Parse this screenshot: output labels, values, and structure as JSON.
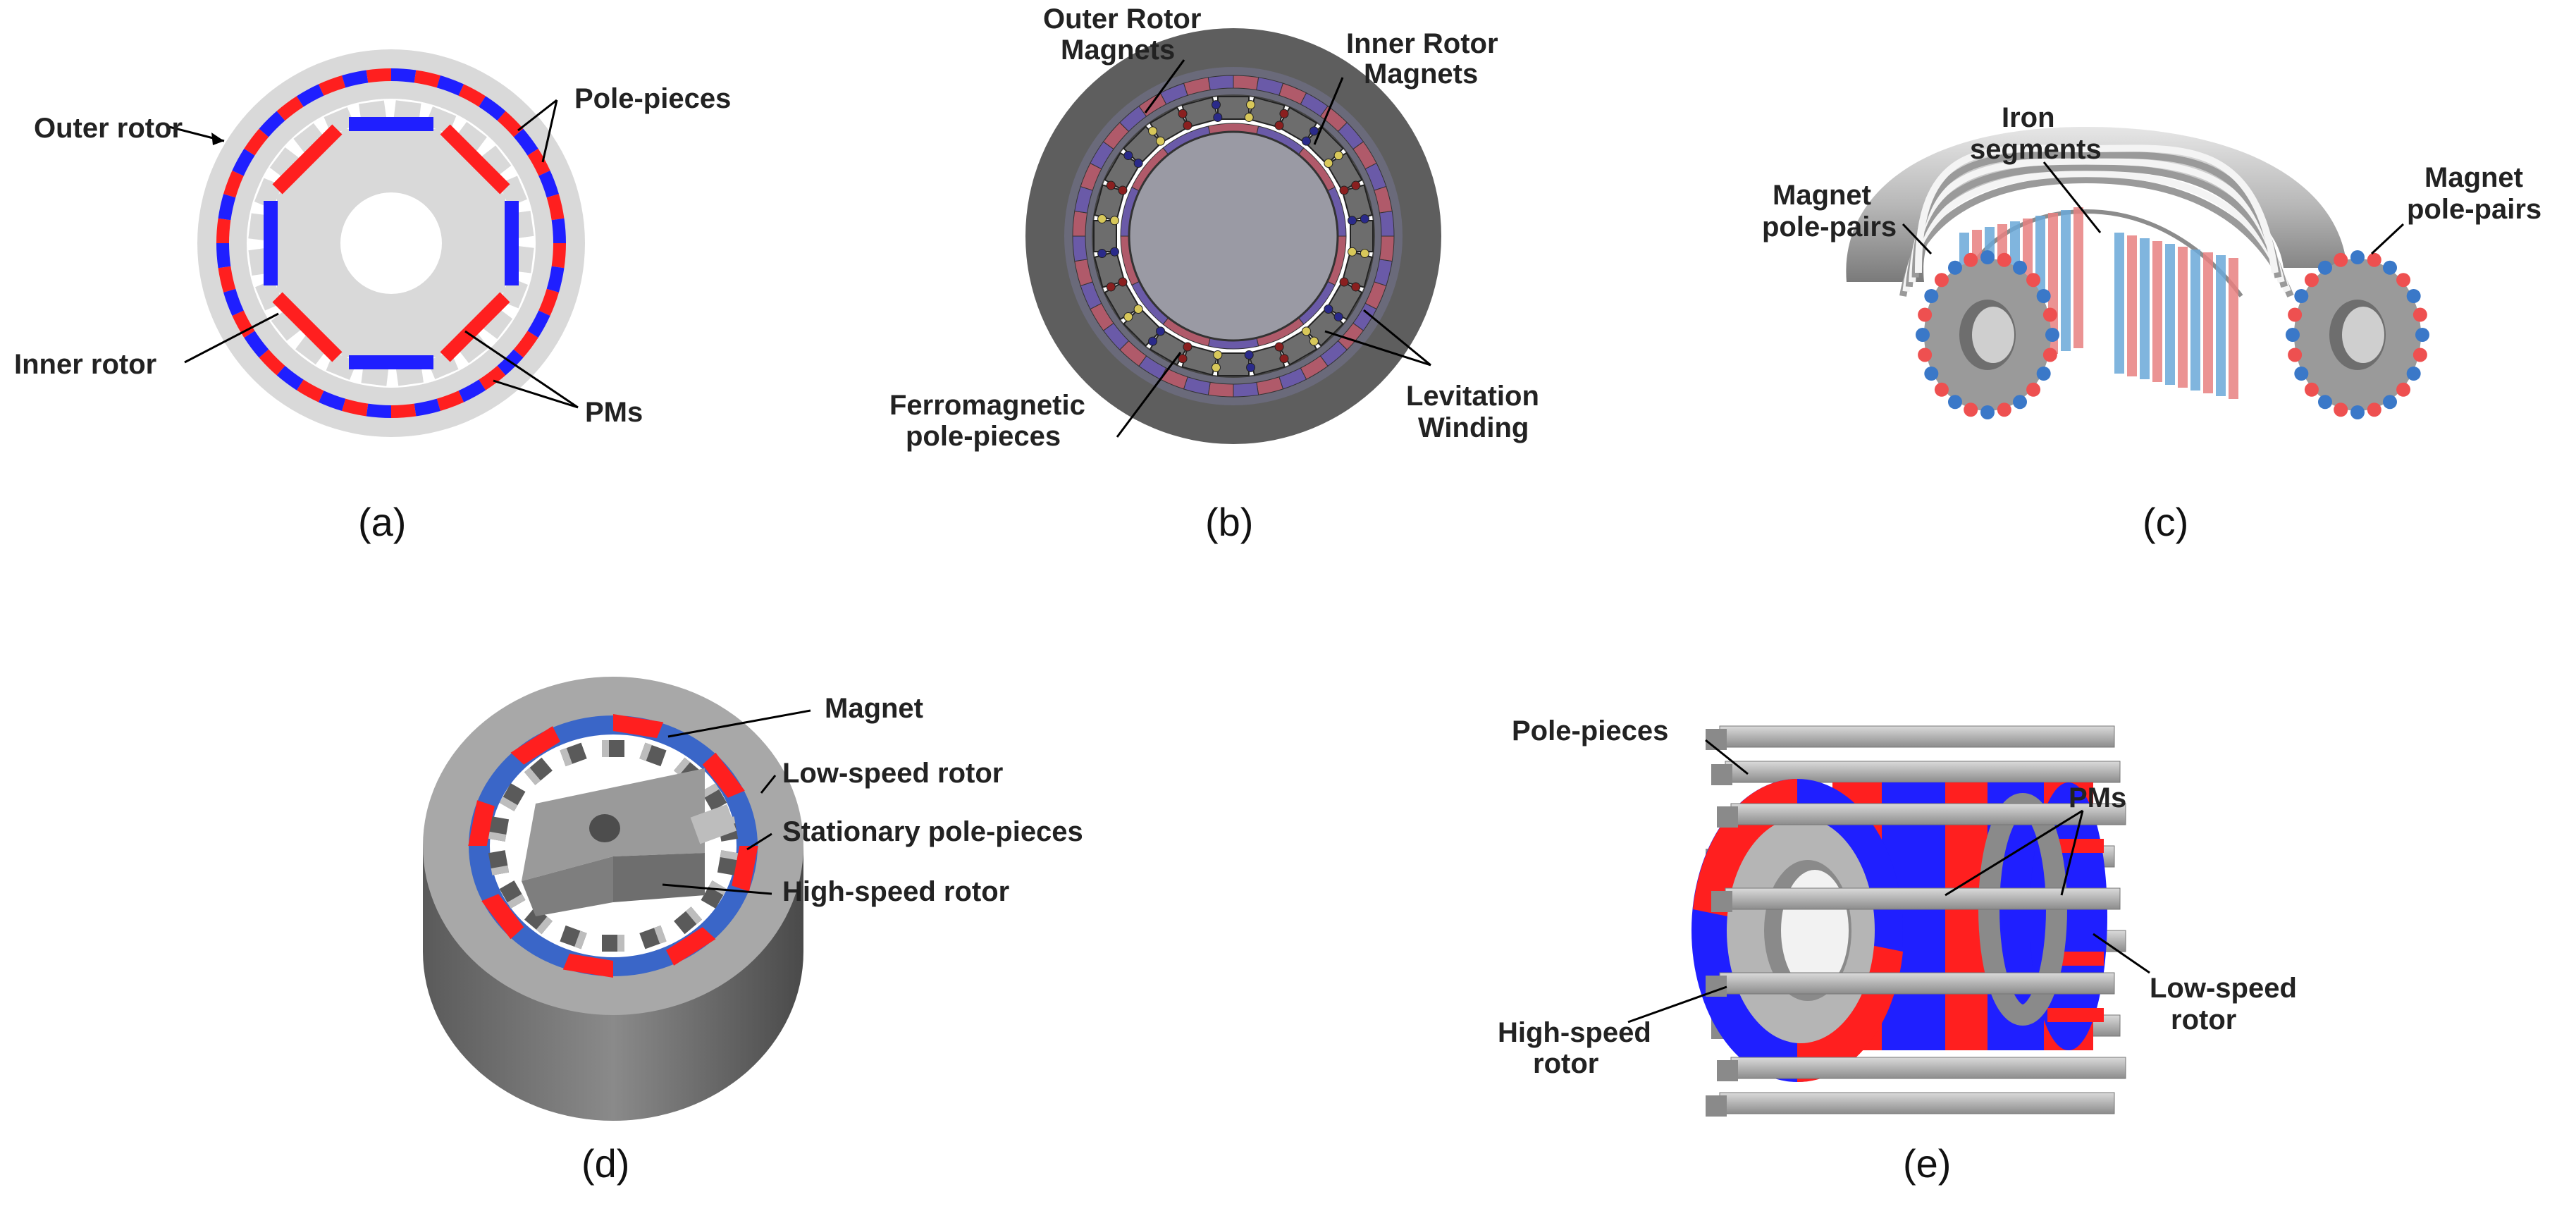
{
  "figure": {
    "panel_a": {
      "caption": "(a)",
      "labels": {
        "outer_rotor": "Outer rotor",
        "pole_pieces": "Pole-pieces",
        "inner_rotor": "Inner rotor",
        "pms": "PMs"
      }
    },
    "panel_b": {
      "caption": "(b)",
      "labels": {
        "outer_rotor_magnets_1": "Outer Rotor",
        "outer_rotor_magnets_2": "Magnets",
        "inner_rotor_magnets_1": "Inner Rotor",
        "inner_rotor_magnets_2": "Magnets",
        "ferromagnetic_1": "Ferromagnetic",
        "ferromagnetic_2": "pole-pieces",
        "levitation_1": "Levitation",
        "levitation_2": "Winding"
      }
    },
    "panel_c": {
      "caption": "(c)",
      "labels": {
        "iron_1": "Iron",
        "iron_2": "segments",
        "magnet_left_1": "Magnet",
        "magnet_left_2": "pole-pairs",
        "magnet_right_1": "Magnet",
        "magnet_right_2": "pole-pairs"
      }
    },
    "panel_d": {
      "caption": "(d)",
      "labels": {
        "magnet": "Magnet",
        "low_speed_rotor": "Low-speed rotor",
        "stationary_pole_pieces": "Stationary pole-pieces",
        "high_speed_rotor": "High-speed rotor"
      }
    },
    "panel_e": {
      "caption": "(e)",
      "labels": {
        "pole_pieces": "Pole-pieces",
        "pms": "PMs",
        "high_speed_1": "High-speed",
        "high_speed_2": "rotor",
        "low_speed_1": "Low-speed",
        "low_speed_2": "rotor"
      }
    },
    "colors": {
      "red": "#ff1f1f",
      "blue": "#1f1fff",
      "dark_red": "#b03030",
      "dark_blue": "#2a2ab0",
      "light_grey": "#d9d9d9",
      "grey": "#9a9a9a",
      "dark_grey": "#555555",
      "steel_blue": "#3a78c8"
    }
  }
}
